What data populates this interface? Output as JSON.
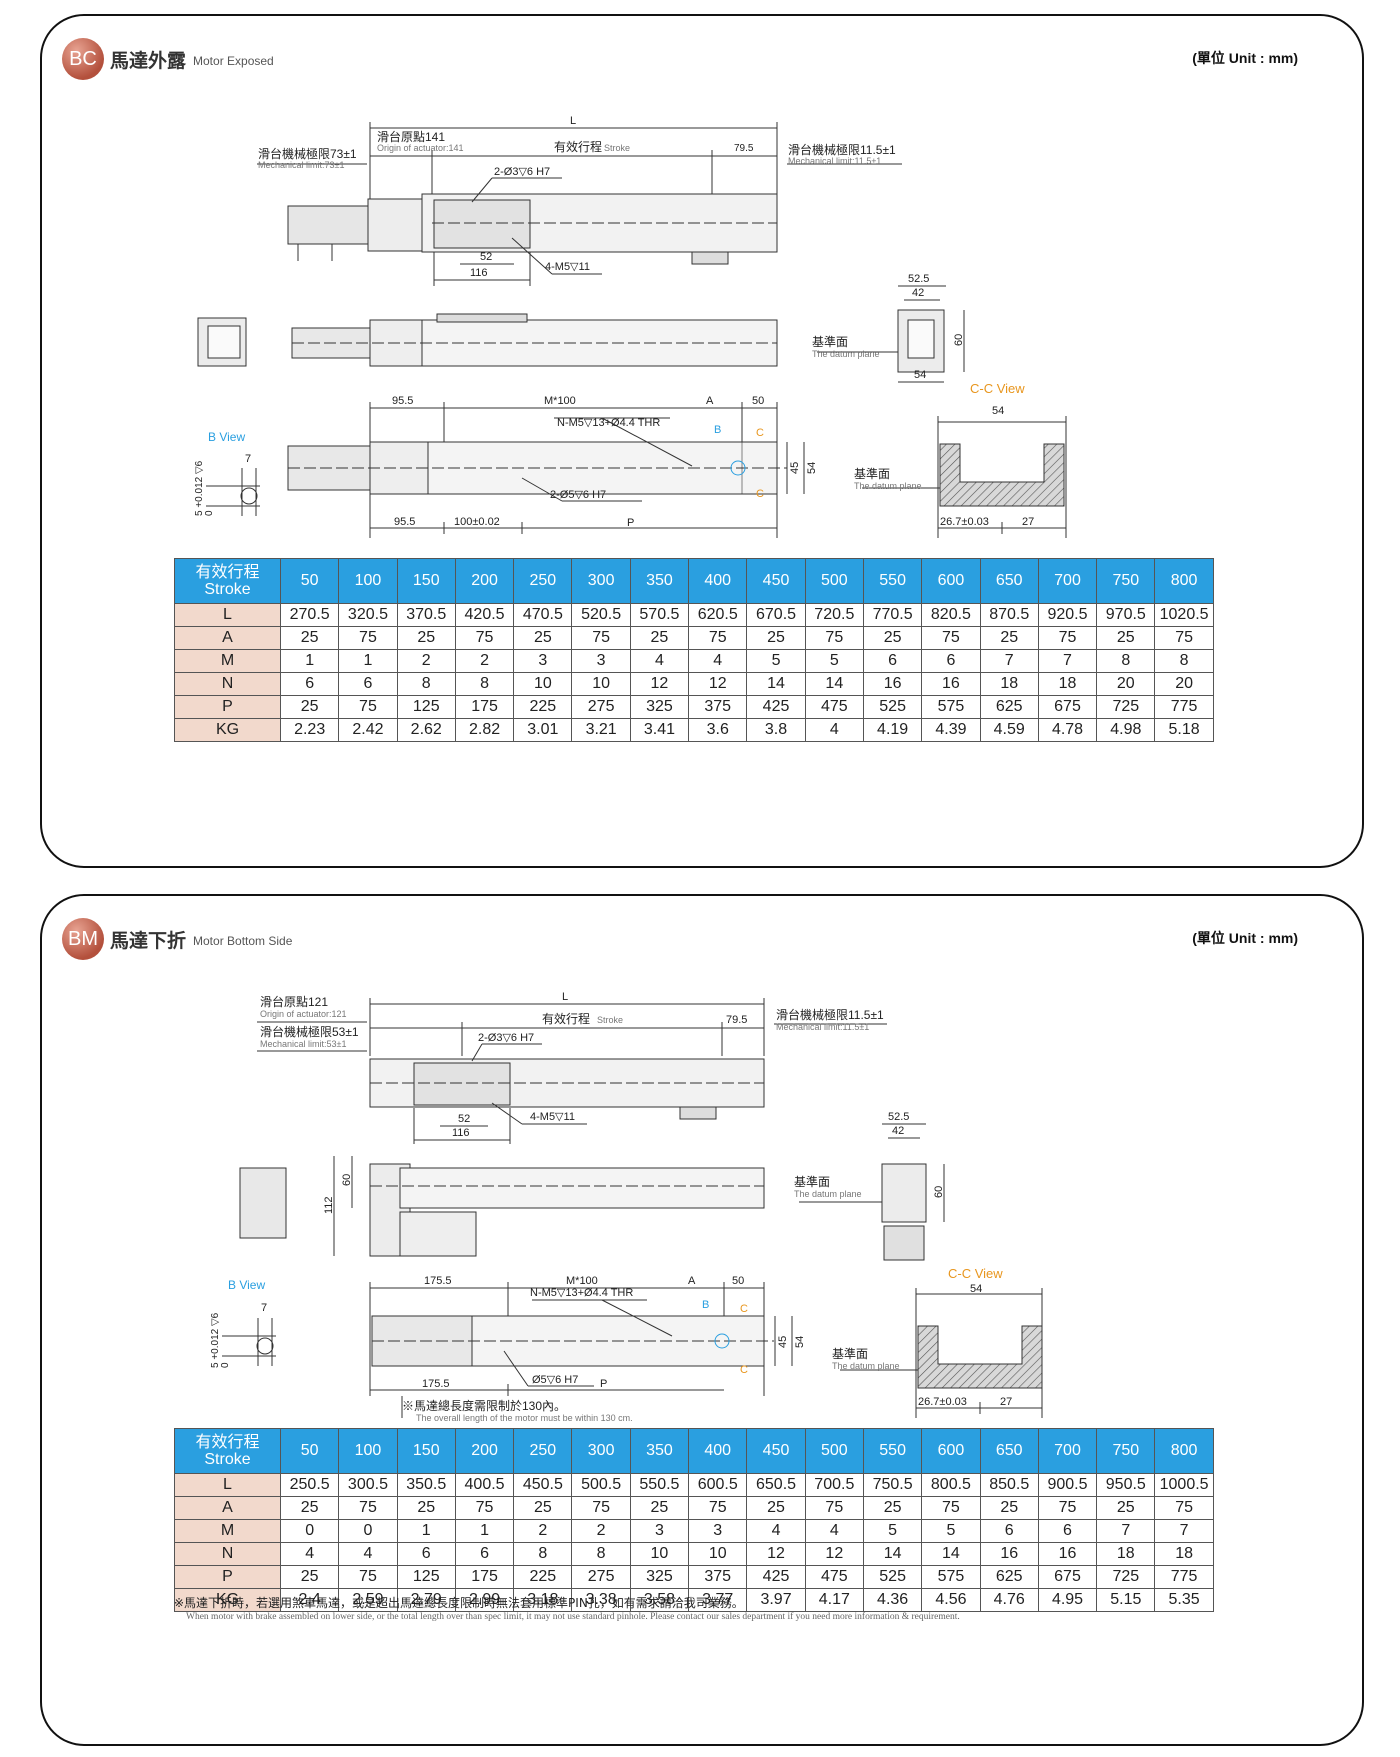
{
  "sections": [
    {
      "badge": "BC",
      "title_zh": "馬達外露",
      "title_en": "Motor Exposed",
      "unit": "(單位 Unit : mm)",
      "labels": {
        "L": "L",
        "origin_zh": "滑台原點141",
        "origin_en": "Origin of actuator:141",
        "stroke_zh": "有效行程",
        "stroke_en": "Stroke",
        "d795": "79.5",
        "mech_left_zh": "滑台機械極限73±1",
        "mech_left_en": "Mechanical limit:73±1",
        "mech_right_zh": "滑台機械極限11.5±1",
        "mech_right_en": "Mechanical limit:11.5±1",
        "hole_a": "2-Ø3▽6 H7",
        "d52": "52",
        "d116": "116",
        "m5": "4-M5▽11",
        "d525": "52.5",
        "d42": "42",
        "d60": "60",
        "d54": "54",
        "datum_zh": "基準面",
        "datum_en": "The datum plane",
        "d955a": "95.5",
        "m100": "M*100",
        "A": "A",
        "d50": "50",
        "nm5": "N-M5▽13+Ø4.4 THR",
        "B": "B",
        "C": "C",
        "d45": "45",
        "d54b": "54",
        "hole_b": "2-Ø5▽6 H7",
        "d955b": "95.5",
        "d100": "100±0.02",
        "P": "P",
        "bview": "B View",
        "d7": "7",
        "tol": "5 +0.012 ▽6",
        "tol0": "0",
        "ccview": "C-C View",
        "cc54": "54",
        "cc267": "26.7±0.03",
        "cc27": "27"
      },
      "table": {
        "header_zh": "有效行程",
        "header_en": "Stroke",
        "strokes": [
          "50",
          "100",
          "150",
          "200",
          "250",
          "300",
          "350",
          "400",
          "450",
          "500",
          "550",
          "600",
          "650",
          "700",
          "750",
          "800"
        ],
        "rows": [
          {
            "key": "L",
            "values": [
              "270.5",
              "320.5",
              "370.5",
              "420.5",
              "470.5",
              "520.5",
              "570.5",
              "620.5",
              "670.5",
              "720.5",
              "770.5",
              "820.5",
              "870.5",
              "920.5",
              "970.5",
              "1020.5"
            ]
          },
          {
            "key": "A",
            "values": [
              "25",
              "75",
              "25",
              "75",
              "25",
              "75",
              "25",
              "75",
              "25",
              "75",
              "25",
              "75",
              "25",
              "75",
              "25",
              "75"
            ]
          },
          {
            "key": "M",
            "values": [
              "1",
              "1",
              "2",
              "2",
              "3",
              "3",
              "4",
              "4",
              "5",
              "5",
              "6",
              "6",
              "7",
              "7",
              "8",
              "8"
            ]
          },
          {
            "key": "N",
            "values": [
              "6",
              "6",
              "8",
              "8",
              "10",
              "10",
              "12",
              "12",
              "14",
              "14",
              "16",
              "16",
              "18",
              "18",
              "20",
              "20"
            ]
          },
          {
            "key": "P",
            "values": [
              "25",
              "75",
              "125",
              "175",
              "225",
              "275",
              "325",
              "375",
              "425",
              "475",
              "525",
              "575",
              "625",
              "675",
              "725",
              "775"
            ]
          },
          {
            "key": "KG",
            "values": [
              "2.23",
              "2.42",
              "2.62",
              "2.82",
              "3.01",
              "3.21",
              "3.41",
              "3.6",
              "3.8",
              "4",
              "4.19",
              "4.39",
              "4.59",
              "4.78",
              "4.98",
              "5.18"
            ]
          }
        ]
      }
    },
    {
      "badge": "BM",
      "title_zh": "馬達下折",
      "title_en": "Motor Bottom Side",
      "unit": "(單位 Unit : mm)",
      "labels": {
        "L": "L",
        "origin_zh": "滑台原點121",
        "origin_en": "Origin of actuator:121",
        "stroke_zh": "有效行程",
        "stroke_en": "Stroke",
        "d795": "79.5",
        "mech_left_zh": "滑台機械極限53±1",
        "mech_left_en": "Mechanical limit:53±1",
        "mech_right_zh": "滑台機械極限11.5±1",
        "mech_right_en": "Mechanical limit:11.5±1",
        "hole_a": "2-Ø3▽6 H7",
        "d52": "52",
        "d116": "116",
        "m5": "4-M5▽11",
        "d525": "52.5",
        "d42": "42",
        "d60": "60",
        "d112": "112",
        "d60b": "60",
        "datum_zh": "基準面",
        "datum_en": "The datum plane",
        "d1755a": "175.5",
        "m100": "M*100",
        "A": "A",
        "d50": "50",
        "nm5": "N-M5▽13+Ø4.4 THR",
        "B": "B",
        "C": "C",
        "d45": "45",
        "d54b": "54",
        "hole_b": "Ø5▽6 H7",
        "d1755b": "175.5",
        "P": "P",
        "note_zh": "※馬達總長度需限制於130內。",
        "note_en": "The overall length of the motor must be within 130 cm.",
        "bview": "B View",
        "d7": "7",
        "tol": "5 +0.012 ▽6",
        "tol0": "0",
        "ccview": "C-C View",
        "cc54": "54",
        "cc267": "26.7±0.03",
        "cc27": "27"
      },
      "table": {
        "header_zh": "有效行程",
        "header_en": "Stroke",
        "strokes": [
          "50",
          "100",
          "150",
          "200",
          "250",
          "300",
          "350",
          "400",
          "450",
          "500",
          "550",
          "600",
          "650",
          "700",
          "750",
          "800"
        ],
        "rows": [
          {
            "key": "L",
            "values": [
              "250.5",
              "300.5",
              "350.5",
              "400.5",
              "450.5",
              "500.5",
              "550.5",
              "600.5",
              "650.5",
              "700.5",
              "750.5",
              "800.5",
              "850.5",
              "900.5",
              "950.5",
              "1000.5"
            ]
          },
          {
            "key": "A",
            "values": [
              "25",
              "75",
              "25",
              "75",
              "25",
              "75",
              "25",
              "75",
              "25",
              "75",
              "25",
              "75",
              "25",
              "75",
              "25",
              "75"
            ]
          },
          {
            "key": "M",
            "values": [
              "0",
              "0",
              "1",
              "1",
              "2",
              "2",
              "3",
              "3",
              "4",
              "4",
              "5",
              "5",
              "6",
              "6",
              "7",
              "7"
            ]
          },
          {
            "key": "N",
            "values": [
              "4",
              "4",
              "6",
              "6",
              "8",
              "8",
              "10",
              "10",
              "12",
              "12",
              "14",
              "14",
              "16",
              "16",
              "18",
              "18"
            ]
          },
          {
            "key": "P",
            "values": [
              "25",
              "75",
              "125",
              "175",
              "225",
              "275",
              "325",
              "375",
              "425",
              "475",
              "525",
              "575",
              "625",
              "675",
              "725",
              "775"
            ]
          },
          {
            "key": "KG",
            "values": [
              "2.4",
              "2.59",
              "2.79",
              "2.99",
              "3.18",
              "3.38",
              "3.58",
              "3.77",
              "3.97",
              "4.17",
              "4.36",
              "4.56",
              "4.76",
              "4.95",
              "5.15",
              "5.35"
            ]
          }
        ]
      },
      "footnote_zh": "※馬達下折時，若選用煞車馬達，或是超出馬達總長度限制時無法套用標準PIN孔，如有需求請洽我司業務。",
      "footnote_en": "When motor with brake assembled on lower side, or the total length over than spec limit, it may not use standard pinhole. Please contact our sales department if you need more information & requirement."
    }
  ],
  "colors": {
    "accent_blue": "#2a9fe0",
    "key_bg": "#f2d9cc",
    "c_orange": "#e8961e",
    "b_blue": "#2a9fe0",
    "badge": "#c0604a"
  }
}
